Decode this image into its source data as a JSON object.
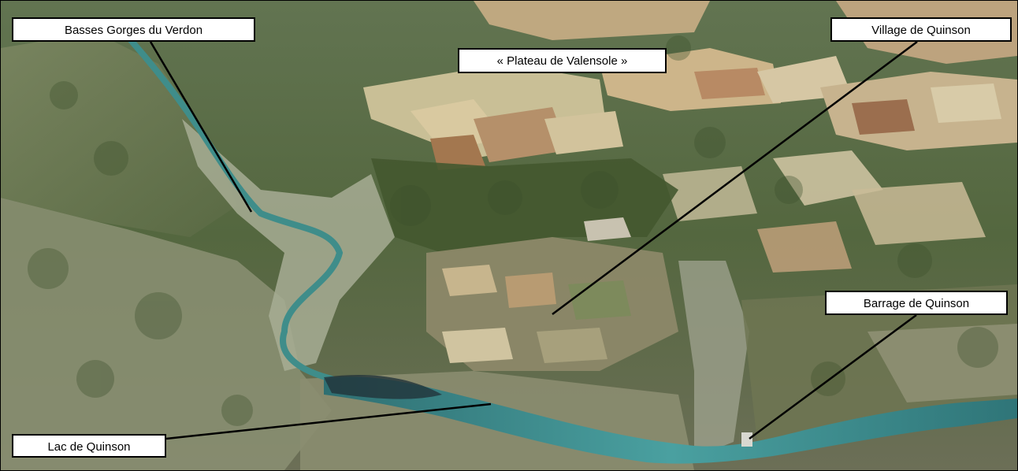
{
  "labels": {
    "gorges": "Basses Gorges du Verdon",
    "plateau": "« Plateau de Valensole »",
    "village": "Village de Quinson",
    "barrage": "Barrage de Quinson",
    "lac": "Lac de Quinson"
  },
  "colors": {
    "forest": "#4a5e36",
    "field_light": "#d8cfa8",
    "field_tan": "#c9a77a",
    "field_brown": "#a9785a",
    "water": "#3f8d8a",
    "rock": "#b9bca9",
    "leader_line": "#000000"
  }
}
